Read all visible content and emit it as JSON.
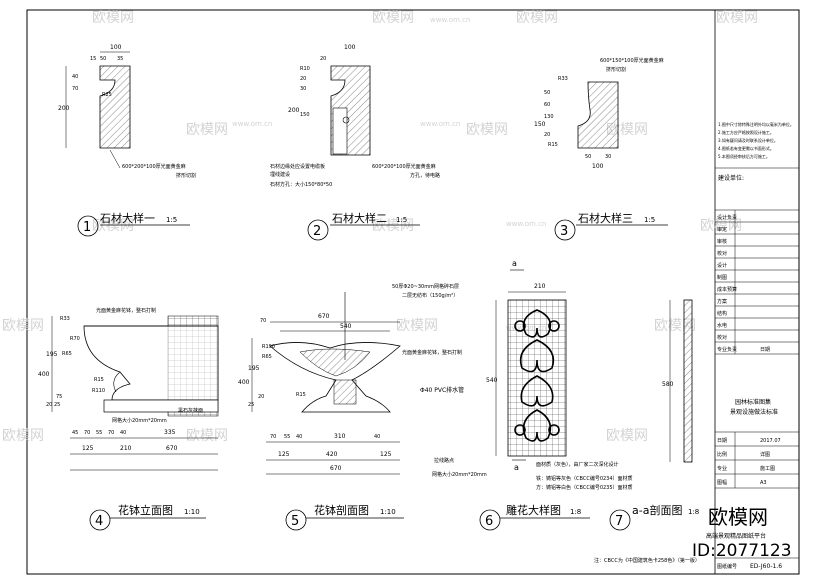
{
  "watermark": {
    "brand": "欧模网",
    "site": "www.om.cn",
    "id": "ID:2077123"
  },
  "details": {
    "d1": {
      "num": "1",
      "title": "石材大样一",
      "scale": "1:5",
      "dims": [
        "100",
        "15",
        "50",
        "35",
        "R25",
        "40",
        "70",
        "200"
      ],
      "note": "600*200*100厚光面黄金麻",
      "note2": "挤形切割"
    },
    "d2": {
      "num": "2",
      "title": "石材大样二",
      "scale": "1:5",
      "dims": [
        "100",
        "20",
        "R10",
        "20",
        "30",
        "150",
        "200"
      ],
      "note": "600*200*100厚光面黄金麻",
      "note2": "方孔，待电路",
      "note3": "石材边缘处应设置电缆板",
      "note4": "埋线建设",
      "note5": "石材方孔：大小150*80*50"
    },
    "d3": {
      "num": "3",
      "title": "石材大样三",
      "scale": "1:5",
      "dims": [
        "R33",
        "50",
        "60",
        "130",
        "150",
        "20",
        "50",
        "30",
        "100",
        "R15"
      ],
      "note": "600*150*100厚光面黄金麻",
      "note2": "挤形切割"
    },
    "d4": {
      "num": "4",
      "title": "花钵立面图",
      "scale": "1:10",
      "dims": [
        "R33",
        "R70",
        "R65",
        "R15",
        "R110",
        "195",
        "400",
        "75",
        "20",
        "25",
        "45",
        "70",
        "55",
        "70",
        "40",
        "335",
        "125",
        "210",
        "670"
      ],
      "notes": [
        "光面黄金麻花钵，整石打制",
        "黑石灰抹面",
        "网格大小20mm*20mm"
      ]
    },
    "d5": {
      "num": "5",
      "title": "花钵剖面图",
      "scale": "1:10",
      "dims": [
        "670",
        "540",
        "70",
        "R190",
        "R65",
        "195",
        "400",
        "20",
        "25",
        "R15",
        "70",
        "55",
        "40",
        "310",
        "40",
        "125",
        "420",
        "125",
        "670"
      ],
      "notes": [
        "50厚Φ20~30mm网格碎石层",
        "二层无纺布（150g/m²）",
        "光面黄金麻花钵，整石打制",
        "Φ40 PVC排水管"
      ]
    },
    "d6": {
      "num": "6",
      "title": "雕花大样图",
      "scale": "1:8",
      "dims": [
        "210",
        "540",
        "a",
        "a"
      ],
      "notes": [
        "面材质（灰色），由厂家二次深化设计",
        "拉线路点",
        "网格大小20mm*20mm",
        "铁：铸铝等灰色（CBCC编号0234）面材质",
        "方：铸铝等白色（CBCC编号0235）面材质"
      ]
    },
    "d7": {
      "num": "7",
      "title": "a-a剖面图",
      "scale": "1:8",
      "dims": [
        "580"
      ]
    }
  },
  "footnote": "注：CBCC为《中国建筑色卡258色》（第一版）",
  "title_block": {
    "notes": [
      "1.图中尺寸除特殊注明外均以毫米为单位。",
      "2.施工方应严格按照设计施工。",
      "3.如有疑问请及时联系设计单位。",
      "4.图纸若有变更需以书面形式。",
      "5.本图须经审核后方可施工。"
    ],
    "revision_label": "建设单位:",
    "fields": [
      "设计负责",
      "审定",
      "审核",
      "校对",
      "设计",
      "制图",
      "专业负责",
      "成本预算",
      "方案",
      "结构",
      "水电",
      "校对"
    ],
    "field_value": "日期",
    "drawing_title": "园林标准图集",
    "drawing_subtitle": "景观设施做法标准",
    "date_label": "日期",
    "date": "2017.07",
    "label2": "比例",
    "value2": "详图",
    "label3": "专业",
    "value3": "施工图",
    "label4": "图幅",
    "value4": "A3",
    "drawing_no_label": "图纸编号",
    "drawing_no": "ED-J60-1.6",
    "company": "高端景观精品图纸平台",
    "company_tag": "欧模网"
  }
}
